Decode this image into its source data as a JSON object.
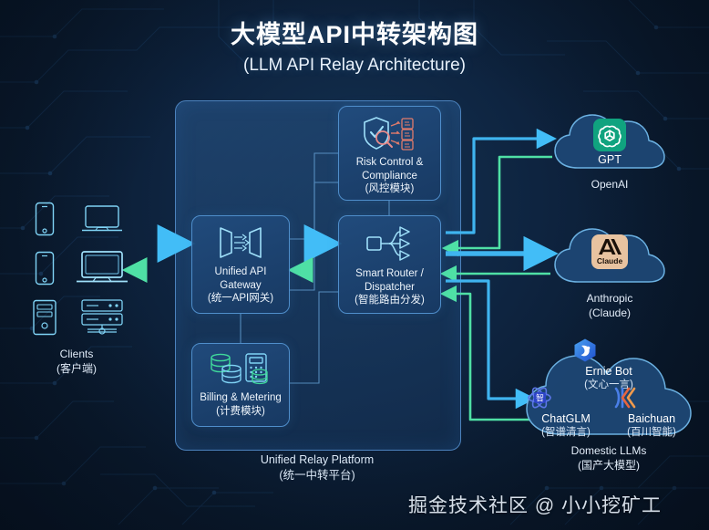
{
  "title": {
    "cn": "大模型API中转架构图",
    "en": "(LLM API Relay Architecture)"
  },
  "colors": {
    "background": "#0b1c30",
    "panel": "#244c7c",
    "border": "#4f8ecb",
    "request_flow": "#35b6f5",
    "response_flow": "#4fe0a5",
    "icon_stroke": "#7fd3f5",
    "icon_accent": "#3fd99b",
    "openai_brand": "#10a37f",
    "claude_brand": "#e8c3a0",
    "ernie_brand": "#2b7fe0",
    "chatglm_brand": "#3f5fd0",
    "baichuan_brand": "#e8643c",
    "cloud_fill": "#1d4673"
  },
  "clients": {
    "name_en": "Clients",
    "name_cn": "(客户端)",
    "devices": [
      {
        "icon": "smartphone-icon",
        "label": "smartphone"
      },
      {
        "icon": "laptop-icon",
        "label": "laptop"
      },
      {
        "icon": "smartphone-icon",
        "label": "smartphone"
      },
      {
        "icon": "laptop-large-icon",
        "label": "laptop"
      },
      {
        "icon": "desktop-tower-icon",
        "label": "desktop tower"
      },
      {
        "icon": "server-rack-icon",
        "label": "server rack"
      }
    ]
  },
  "platform": {
    "name_en": "Unified Relay Platform",
    "name_cn": "(统一中转平台)",
    "modules": [
      {
        "id": "gateway",
        "icon": "api-gateway-icon",
        "name_en": "Unified API",
        "name_en2": "Gateway",
        "name_cn": "(统一API网关)"
      },
      {
        "id": "risk",
        "icon": "shield-check-icon",
        "name_en": "Risk Control &",
        "name_en2": "Compliance",
        "name_cn": "(风控模块)"
      },
      {
        "id": "router",
        "icon": "router-fanout-icon",
        "name_en": "Smart Router /",
        "name_en2": "Dispatcher",
        "name_cn": "(智能路由分发)"
      },
      {
        "id": "billing",
        "icon": "coins-calculator-icon",
        "name_en": "Billing & Metering",
        "name_en2": "",
        "name_cn": "(计费模块)"
      }
    ]
  },
  "providers": [
    {
      "id": "openai",
      "brand_label": "GPT",
      "name_en": "OpenAI",
      "name_cn": "",
      "icon": "openai-logo-icon"
    },
    {
      "id": "anthropic",
      "brand_label": "Claude",
      "brand_mark": "A\\",
      "name_en": "Anthropic",
      "name_cn": "(Claude)",
      "icon": "claude-logo-icon"
    }
  ],
  "domestic": {
    "name_en": "Domestic LLMs",
    "name_cn": "(国产大模型)",
    "models": [
      {
        "id": "ernie",
        "name_en": "Ernie Bot",
        "name_cn": "(文心一言)",
        "icon": "ernie-bot-logo-icon"
      },
      {
        "id": "chatglm",
        "name_en": "ChatGLM",
        "name_cn": "(智谱清言)",
        "icon": "chatglm-logo-icon"
      },
      {
        "id": "baichuan",
        "name_en": "Baichuan",
        "name_cn": "(百川智能)",
        "icon": "baichuan-logo-icon"
      }
    ]
  },
  "flows": {
    "request_direction": "left-to-right",
    "response_direction": "right-to-left"
  },
  "watermark": "掘金技术社区 @ 小小挖矿工"
}
